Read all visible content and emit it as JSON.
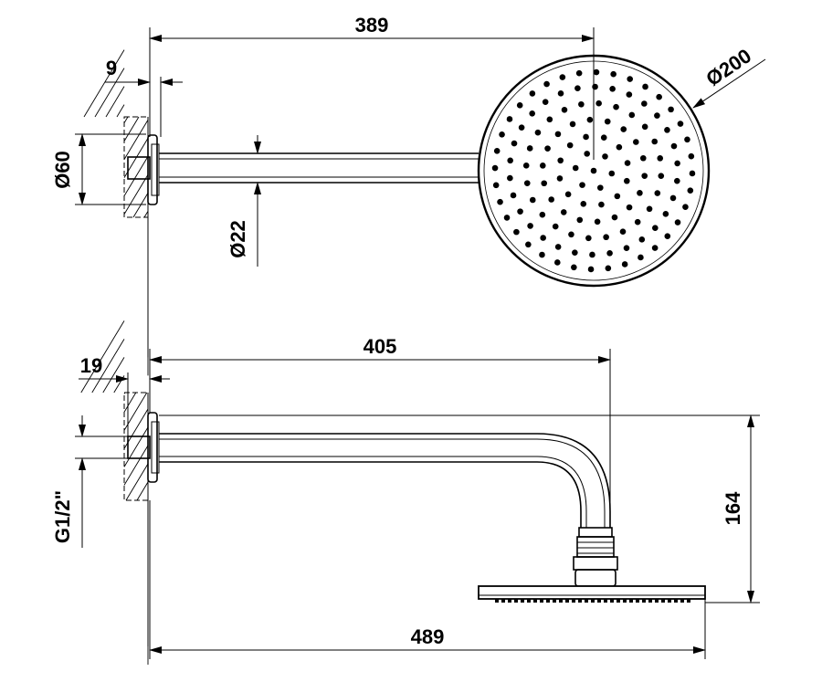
{
  "top_view": {
    "dim_overall": "389",
    "dim_flange_offset": "9",
    "dim_flange_dia": "Ø60",
    "dim_arm_dia": "Ø22",
    "dim_head_dia": "Ø200"
  },
  "side_view": {
    "dim_arm_length": "405",
    "dim_flange_offset": "19",
    "dim_thread": "G1/2\"",
    "dim_drop": "164",
    "dim_total_length": "489"
  }
}
